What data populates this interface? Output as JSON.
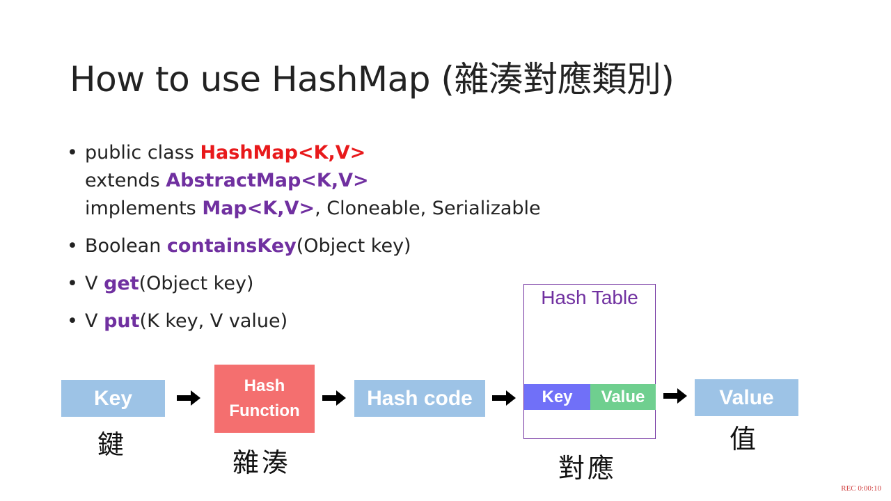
{
  "title": "How to use HashMap (雜湊對應類別)",
  "bullets": {
    "b1": {
      "l1_pre": "public class ",
      "l1_hl": "HashMap<K,V>",
      "l2_pre": "extends ",
      "l2_hl": "AbstractMap<K,V>",
      "l3_pre": "implements ",
      "l3_hl": "Map<K,V>",
      "l3_post": ", Cloneable, Serializable"
    },
    "b2": {
      "pre": "Boolean ",
      "hl": "containsKey",
      "post": "(Object key)"
    },
    "b3": {
      "pre": "V ",
      "hl": "get",
      "post": "(Object key)"
    },
    "b4": {
      "pre": "V ",
      "hl": "put",
      "post": "(K key, V value)"
    }
  },
  "diagram": {
    "key_box": "Key",
    "key_cjk": "鍵",
    "hash_function_l1": "Hash",
    "hash_function_l2": "Function",
    "hash_function_cjk": "雜湊",
    "hash_code_box": "Hash code",
    "hash_table_title": "Hash Table",
    "table_key": "Key",
    "table_value": "Value",
    "hash_table_cjk": "對應",
    "value_box": "Value",
    "value_cjk": "值"
  },
  "colors": {
    "red_highlight": "#e8191b",
    "purple_highlight": "#7030a0",
    "blue_box": "#9dc3e6",
    "pink_box": "#f46f6f",
    "table_key_cell": "#7070f8",
    "table_value_cell": "#6fcf8f"
  },
  "recording": "REC 0:00:10"
}
